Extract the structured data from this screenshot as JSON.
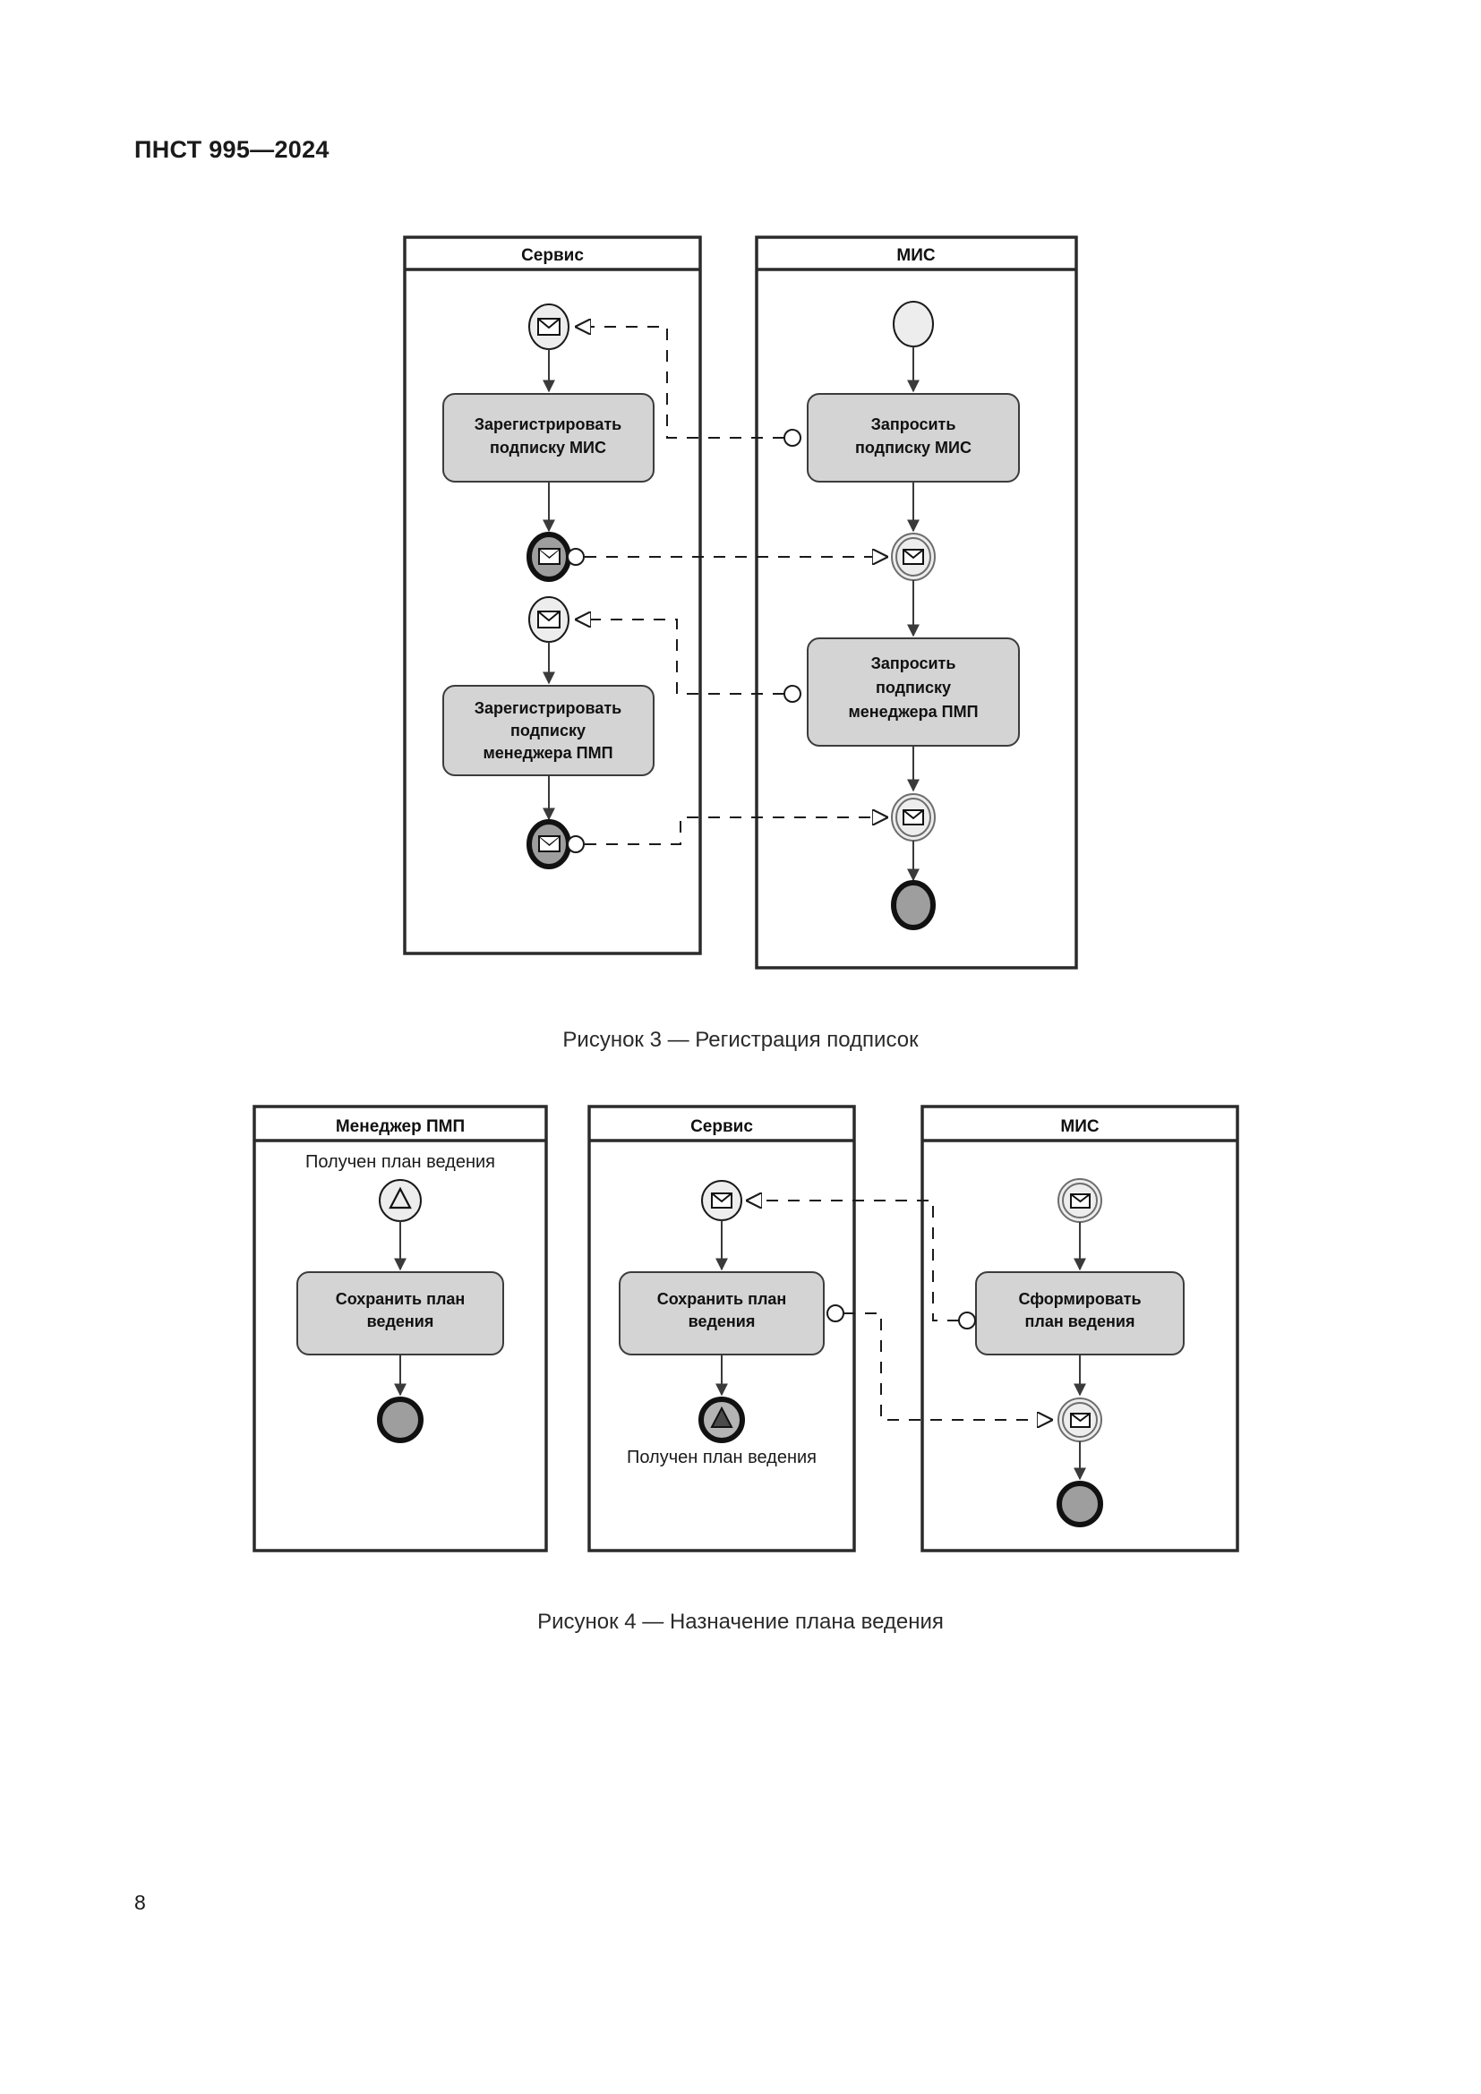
{
  "document": {
    "header": "ПНСТ 995—2024",
    "page_number": "8"
  },
  "figures": [
    {
      "id": "figure-3",
      "caption": "Рисунок 3 — Регистрация подписок",
      "pools": [
        {
          "name": "Сервис",
          "tasks": [
            {
              "line1": "Зарегистрировать",
              "line2": "подписку МИС",
              "line3": ""
            },
            {
              "line1": "Зарегистрировать",
              "line2": "подписку",
              "line3": "менеджера ПМП"
            }
          ],
          "events": [
            "message-start-event",
            "message-end-event",
            "message-start-event",
            "message-end-event"
          ]
        },
        {
          "name": "МИС",
          "tasks": [
            {
              "line1": "Запросить",
              "line2": "подписку МИС",
              "line3": ""
            },
            {
              "line1": "Запросить",
              "line2": "подписку",
              "line3": "менеджера ПМП"
            }
          ],
          "events": [
            "plain-start-event",
            "message-intermediate-catch-event",
            "message-intermediate-catch-event",
            "plain-end-event"
          ]
        }
      ]
    },
    {
      "id": "figure-4",
      "caption": "Рисунок 4 — Назначение плана ведения",
      "pools": [
        {
          "name": "Менеджер ПМП",
          "start_label": "Получен план ведения",
          "tasks": [
            {
              "line1": "Сохранить план",
              "line2": "ведения",
              "line3": ""
            }
          ],
          "events": [
            "signal-start-event",
            "plain-end-event"
          ]
        },
        {
          "name": "Сервис",
          "end_label": "Получен план ведения",
          "tasks": [
            {
              "line1": "Сохранить план",
              "line2": "ведения",
              "line3": ""
            }
          ],
          "events": [
            "message-start-event",
            "signal-end-event"
          ]
        },
        {
          "name": "МИС",
          "tasks": [
            {
              "line1": "Сформировать",
              "line2": "план ведения",
              "line3": ""
            }
          ],
          "events": [
            "message-intermediate-catch-event",
            "message-intermediate-catch-event",
            "plain-end-event"
          ]
        }
      ]
    }
  ],
  "colors": {
    "stroke": "#1a1a1a",
    "task_fill": "#d4d4d4",
    "event_fill": "#ededed",
    "end_event_fill": "#9e9e9e",
    "page_background": "#ffffff"
  }
}
